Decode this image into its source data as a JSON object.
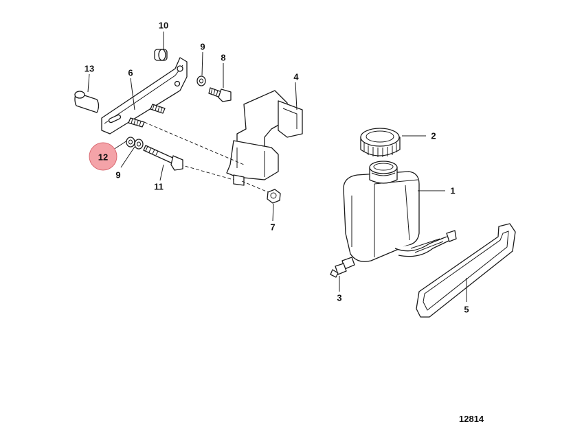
{
  "diagram": {
    "drawing_number": "12814",
    "highlight_color": "#f4a3a8",
    "highlight_stroke": "#d96a72",
    "callouts": {
      "c1": "1",
      "c2": "2",
      "c3": "3",
      "c4": "4",
      "c5": "5",
      "c6": "6",
      "c7": "7",
      "c8": "8",
      "c9a": "9",
      "c9b": "9",
      "c10": "10",
      "c11": "11",
      "c12": "12",
      "c13": "13"
    },
    "highlighted_callout": "12"
  }
}
